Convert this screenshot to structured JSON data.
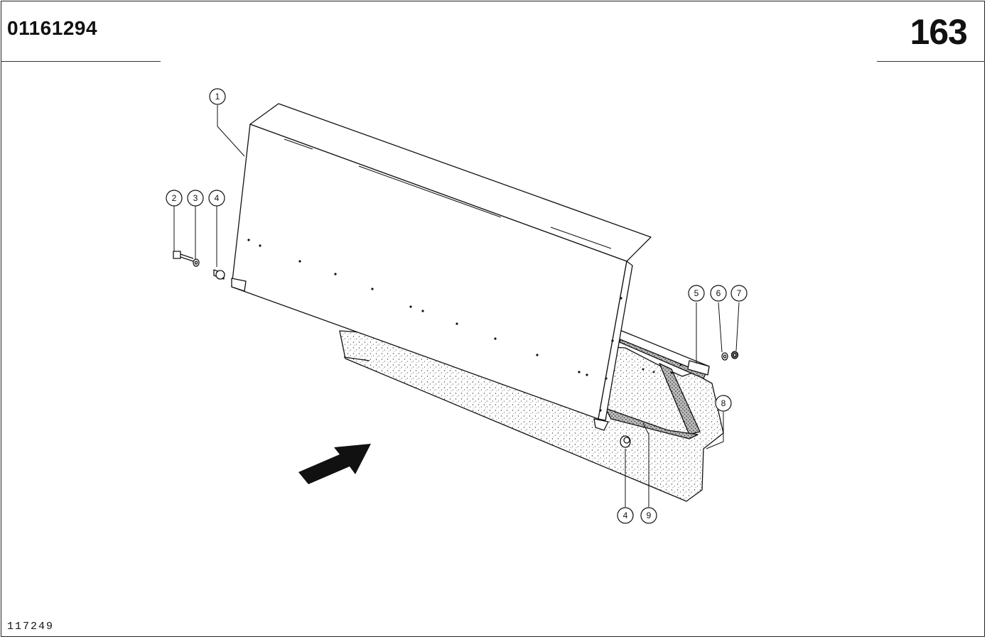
{
  "header": {
    "document_number": "01161294",
    "page_number": "163"
  },
  "footer": {
    "reference_number": "117249"
  },
  "callouts": [
    "1",
    "2",
    "3",
    "4",
    "5",
    "6",
    "7",
    "8",
    "9",
    "4"
  ],
  "icons": {
    "direction_arrow": "arrow-icon"
  }
}
